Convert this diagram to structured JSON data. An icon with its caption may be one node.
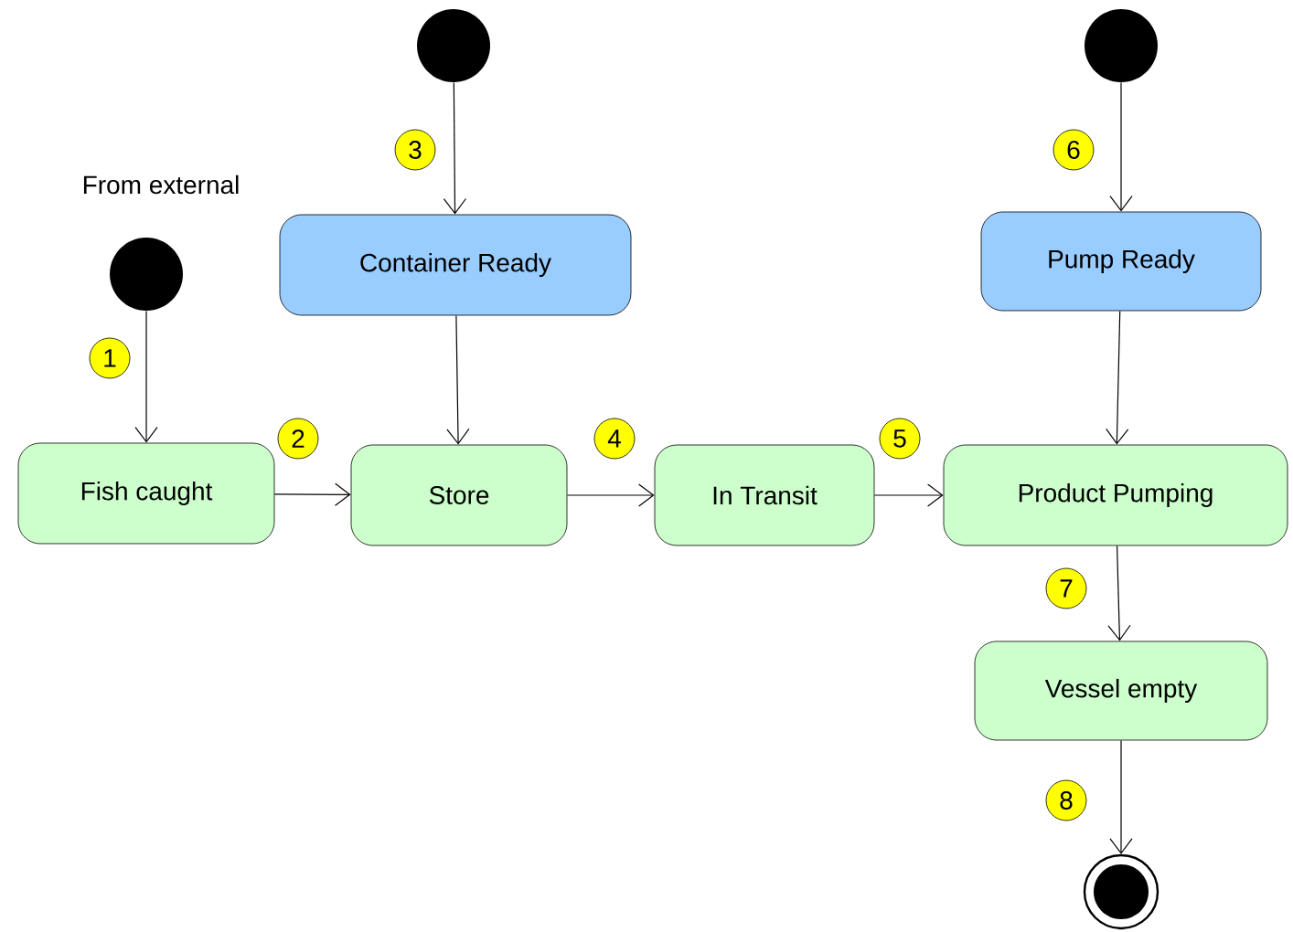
{
  "diagram": {
    "nodes": [
      {
        "text": [],
        "shape": "circle",
        "beside": [
          "From external"
        ]
      },
      {
        "text": [
          "Fish caught"
        ]
      },
      {
        "text": [],
        "shape": "circle"
      },
      {
        "text": [
          "Container Ready"
        ]
      },
      {
        "text": [
          "Store"
        ]
      },
      {
        "text": [
          "In Transit"
        ]
      },
      {
        "text": [],
        "shape": "circle"
      },
      {
        "text": [
          "Pump Ready"
        ]
      },
      {
        "text": [
          "Product Pumping"
        ]
      },
      {
        "text": [
          "Vessel empty"
        ]
      },
      {
        "text": [],
        "shape": "bullseye"
      }
    ],
    "edges": [
      {
        "from": 0,
        "to": 1,
        "arrow": "to",
        "label": "1"
      },
      {
        "from": 1,
        "to": 4,
        "arrow": "to",
        "label": "2"
      },
      {
        "from": 2,
        "to": 3,
        "arrow": "to",
        "label": "3"
      },
      {
        "from": 3,
        "to": 4,
        "arrow": "to"
      },
      {
        "from": 4,
        "to": 5,
        "arrow": "to",
        "label": "4"
      },
      {
        "from": 5,
        "to": 8,
        "arrow": "to",
        "label": "5"
      },
      {
        "from": 6,
        "to": 7,
        "arrow": "to",
        "label": "6"
      },
      {
        "from": 7,
        "to": 8,
        "arrow": "to"
      },
      {
        "from": 8,
        "to": 9,
        "arrow": "to",
        "label": "7"
      },
      {
        "from": 9,
        "to": 10,
        "arrow": "to",
        "label": "8"
      }
    ]
  }
}
